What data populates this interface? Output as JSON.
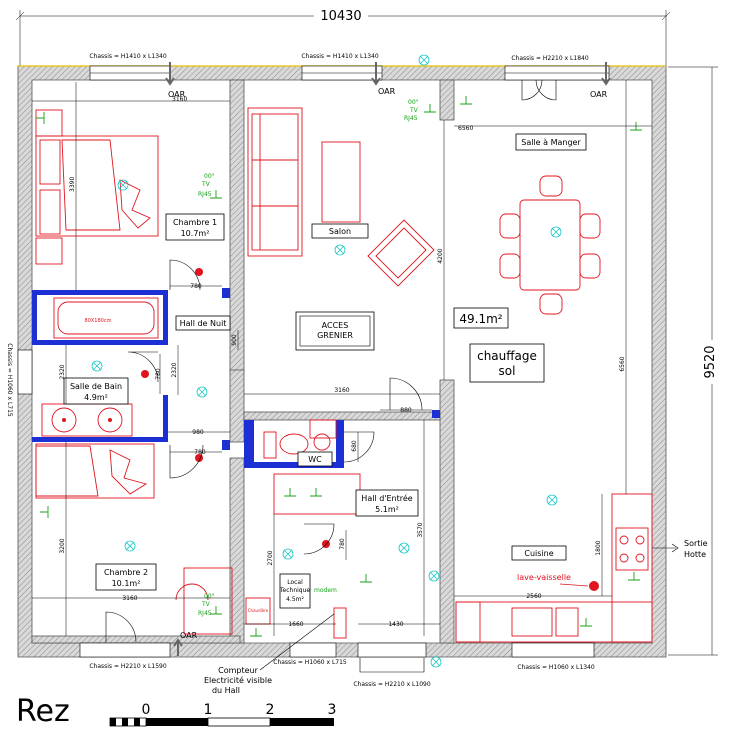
{
  "plan": {
    "overall_width": "10430",
    "overall_height": "9520",
    "level": "Rez"
  },
  "windows": {
    "top_left": "Chassis = H1410 x L1340",
    "top_mid": "Chassis = H1410 x L1340",
    "top_right": "Chassis = H2210 x L1840",
    "left": "Chassis = H1060 x L715",
    "bottom_left": "Chassis = H2210 x L1590",
    "bottom_mid": "Chassis = H1060 x L715",
    "bottom_door": "Chassis = H2210 x L1090",
    "bottom_right": "Chassis = H1060 x L1340"
  },
  "oar": "OAR",
  "rooms": {
    "chambre1_name": "Chambre 1",
    "chambre1_area": "10.7m²",
    "hall_nuit": "Hall de Nuit",
    "salle_bain_name": "Salle de Bain",
    "salle_bain_area": "4.9m²",
    "chambre2_name": "Chambre 2",
    "chambre2_area": "10.1m²",
    "salon": "Salon",
    "acces_grenier_1": "ACCES",
    "acces_grenier_2": "GRENIER",
    "salle_manger": "Salle à Manger",
    "living_area": "49.1m²",
    "chauffage_1": "chauffage",
    "chauffage_2": "sol",
    "wc": "WC",
    "hall_entree_name": "Hall d'Entrée",
    "hall_entree_area": "5.1m²",
    "local_tech_1": "Local",
    "local_tech_2": "Technique",
    "local_tech_3": "4.5m²",
    "cuisine": "Cuisine",
    "lave_vaisselle": "lave-vaisselle"
  },
  "annotations": {
    "compteur_1": "Compteur",
    "compteur_2": "Electricité visible",
    "compteur_3": "du Hall",
    "sortie_1": "Sortie",
    "sortie_2": "Hotte",
    "bath_label": "80X180cm",
    "tv1_a": "00°",
    "tv1_b": "TV",
    "tv1_c": "RJ45",
    "tv2_a": "00°",
    "tv2_b": "TV",
    "tv2_c": "RJ45",
    "tv3_a": "00°",
    "tv3_b": "TV",
    "tv3_c": "RJ45",
    "chaudiere": "Chaudière",
    "modem": "modem"
  },
  "dimensions": {
    "d3160_top": "3160",
    "d6560": "6560",
    "d3390": "3390",
    "d780_a": "780",
    "d780_b": "780",
    "d780_c": "780",
    "d780_d": "780",
    "d2320_a": "2320",
    "d2320_b": "2320",
    "d980": "980",
    "d900": "900",
    "d3160_mid": "3160",
    "d880": "880",
    "d680": "680",
    "d4200": "4200",
    "d6560_v": "6560",
    "d3200": "3200",
    "d3160_bot": "3160",
    "d2700": "2700",
    "d1660": "1660",
    "d1430": "1430",
    "d3570": "3570",
    "d2560": "2560",
    "d1800": "1800"
  },
  "scale": {
    "s0": "0",
    "s1": "1",
    "s2": "2",
    "s3": "3"
  }
}
